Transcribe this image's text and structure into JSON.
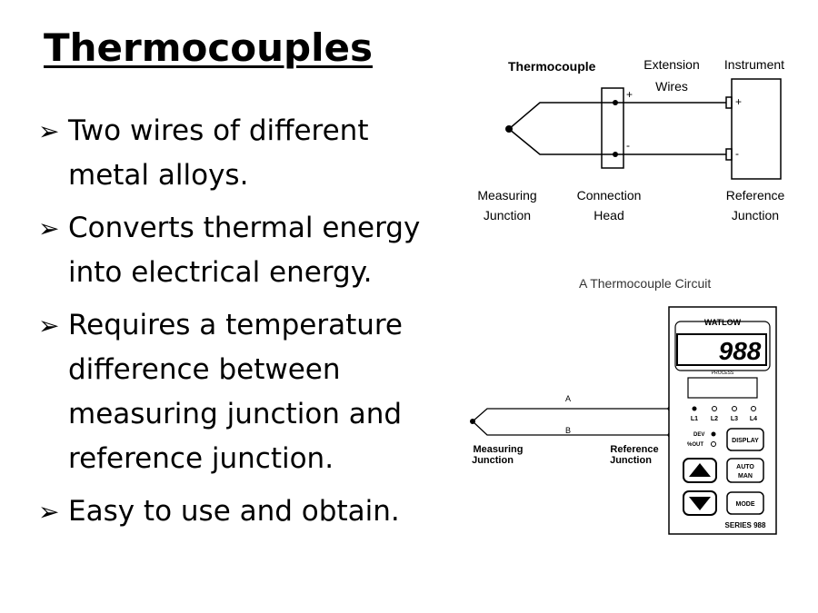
{
  "slide": {
    "title": "Thermocouples",
    "bullets": [
      "Two wires of different metal alloys.",
      "Converts thermal energy into electrical energy.",
      "Requires a temperature difference between measuring junction and reference junction.",
      "Easy to use and obtain."
    ],
    "bullet_marker": "➢"
  },
  "diagram1": {
    "label_thermocouple": "Thermocouple",
    "label_extension_1": "Extension",
    "label_extension_2": "Wires",
    "label_instrument": "Instrument",
    "label_measuring_1": "Measuring",
    "label_measuring_2": "Junction",
    "label_connection_1": "Connection",
    "label_connection_2": "Head",
    "label_reference_1": "Reference",
    "label_reference_2": "Junction",
    "plus": "+",
    "minus": "-",
    "caption": "A Thermocouple Circuit"
  },
  "diagram2": {
    "wire_a": "A",
    "wire_b": "B",
    "label_measuring_1": "Measuring",
    "label_measuring_2": "Junction",
    "label_reference_1": "Reference",
    "label_reference_2": "Junction",
    "plus": "+",
    "minus": "-",
    "device": {
      "brand": "WATLOW",
      "display_value": "988",
      "process_label": "PROCESS",
      "leds": [
        "L1",
        "L2",
        "L3",
        "L4"
      ],
      "dev_label": "DEV",
      "out_label": "%OUT",
      "display_button": "DISPLAY",
      "auto_button_1": "AUTO",
      "auto_button_2": "MAN",
      "mode_button": "MODE",
      "series": "SERIES 988"
    }
  }
}
